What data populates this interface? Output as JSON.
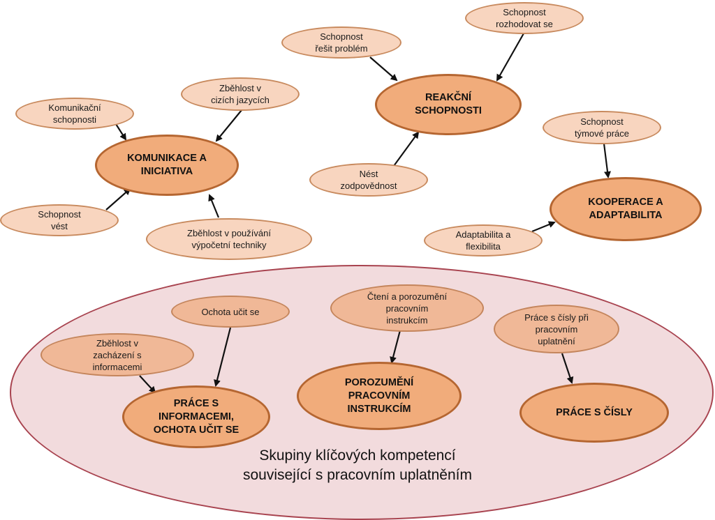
{
  "group": {
    "caption": "Skupiny klíčových kompetencí\nsouvisející s pracovním uplatněním"
  },
  "hubs": {
    "komunikace": "KOMUNIKACE A\nINICIATIVA",
    "reakcni": "REAKČNÍ\nSCHOPNOSTI",
    "kooperace": "KOOPERACE A\nADAPTABILITA",
    "prace_info": "PRÁCE S\nINFORMACEMI,\nOCHOTA UČIT SE",
    "porozumeni": "POROZUMĚNÍ\nPRACOVNÍM\nINSTRUKCÍM",
    "prace_cisla": "PRÁCE S ČÍSLY"
  },
  "leaves": {
    "komunikacni_schopnosti": "Komunikační\nschopnosti",
    "zbehlost_jazyky": "Zběhlost v\ncizích jazycích",
    "schopnost_vest": "Schopnost\nvést",
    "zbehlost_technika": "Zběhlost v používání\nvýpočetní techniky",
    "resit_problem": "Schopnost\nřešit problém",
    "rozhodovat": "Schopnost\nrozhodovat se",
    "zodpovednost": "Nést\nzodpovědnost",
    "tymova_prace": "Schopnost\ntýmové práce",
    "adaptabilita": "Adaptabilita a\nflexibilita",
    "ochota_ucit": "Ochota učit se",
    "zachazeni_info": "Zběhlost v\nzacházení s\ninformacemi",
    "cteni_instrukci": "Čtení a porozumění\npracovním\ninstrukcím",
    "cisla_uplatneni": "Práce s čísly při\npracovním\nuplatnění"
  }
}
